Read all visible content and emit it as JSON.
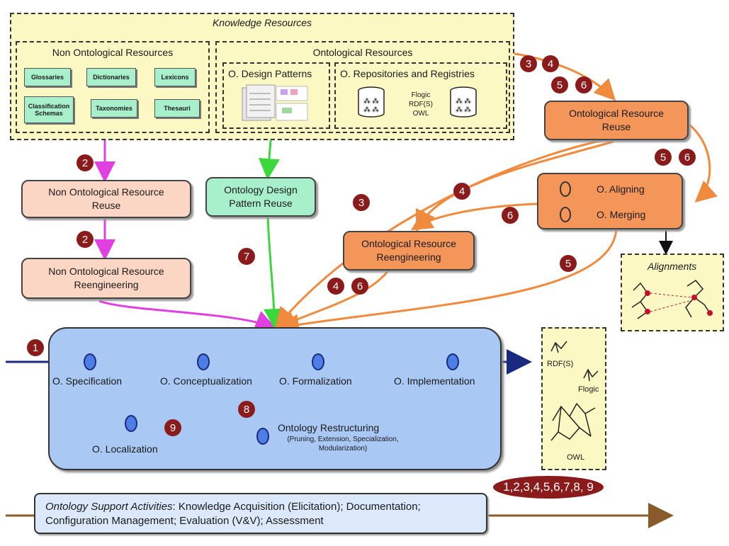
{
  "knowledge_resources": {
    "title": "Knowledge Resources",
    "non_ontological": {
      "title": "Non Ontological Resources",
      "items": [
        "Glossaries",
        "Dictionaries",
        "Lexicons",
        "Classification Schemas",
        "Taxonomies",
        "Thesauri"
      ]
    },
    "ontological": {
      "title": "Ontological Resources",
      "design_patterns": "O. Design Patterns",
      "repositories": "O. Repositories and Registries",
      "formats": [
        "Flogic",
        "RDF(S)",
        "OWL"
      ]
    }
  },
  "processes": {
    "non_onto_reuse": "Non Ontological Resource Reuse",
    "non_onto_reeng": "Non Ontological Resource Reengineering",
    "odp_reuse": "Ontology Design Pattern Reuse",
    "onto_reuse": "Ontological Resource Reuse",
    "onto_reeng": "Ontological Resource Reengineering",
    "aligning": "O. Aligning",
    "merging": "O. Merging"
  },
  "alignments": {
    "title": "Alignments"
  },
  "main_flow": {
    "activities": [
      "O. Specification",
      "O. Conceptualization",
      "O. Formalization",
      "O. Implementation"
    ],
    "localization": "O. Localization",
    "restructuring": "Ontology Restructuring",
    "restructuring_detail": "(Pruning, Extension, Specialization, Modularization)"
  },
  "outputs": [
    "RDF(S)",
    "Flogic",
    "OWL"
  ],
  "support": {
    "title": "Ontology Support Activities",
    "line1": ": Knowledge Acquisition (Elicitation); Documentation;",
    "line2": "Configuration Management; Evaluation (V&V); Assessment"
  },
  "all_scenarios": "1,2,3,4,5,6,7,8, 9",
  "scenario_numbers": {
    "s1": "1",
    "s2a": "2",
    "s2b": "2",
    "s3a": "3",
    "s3b": "3",
    "s4a": "4",
    "s4b": "4",
    "s4c": "4",
    "s5a": "5",
    "s5b": "5",
    "s5c": "5",
    "s6a": "6",
    "s6b": "6",
    "s6c": "6",
    "s6d": "6",
    "s7": "7",
    "s8": "8",
    "s9": "9"
  },
  "colors": {
    "magenta": "#e040e0",
    "green": "#3ad83a",
    "orange": "#f08a3c",
    "navy": "#1a2a80",
    "dark_green": "#1e7a3a",
    "purple": "#b060e0",
    "badge": "#8b1a1a",
    "main_box": "#a9c8f4"
  }
}
